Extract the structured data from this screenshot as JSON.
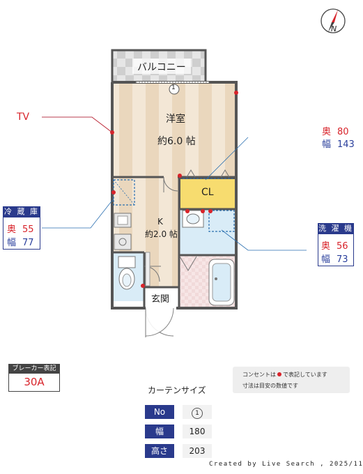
{
  "rooms": {
    "balcony": "バルコニー",
    "western_room": "洋室",
    "western_size": "約6.0 帖",
    "closet": "CL",
    "kitchen": "K",
    "kitchen_size": "約2.0 帖",
    "entrance": "玄関",
    "window_marker": "1"
  },
  "callouts": {
    "tv": "TV",
    "closet_depth_label": "奥",
    "closet_depth": "80",
    "closet_width_label": "幅",
    "closet_width": "143",
    "fridge_title": "冷 蔵 庫",
    "fridge_depth_label": "奥",
    "fridge_depth": "55",
    "fridge_width_label": "幅",
    "fridge_width": "77",
    "washer_title": "洗 濯 機",
    "washer_depth_label": "奥",
    "washer_depth": "56",
    "washer_width_label": "幅",
    "washer_width": "73"
  },
  "breaker": {
    "title": "ブレーカー表記",
    "value": "30A"
  },
  "notes": {
    "line1_pre": "コンセントは",
    "line1_post": "で表記しています",
    "line2": "寸法は目安の数値です"
  },
  "curtain": {
    "title": "カーテンサイズ",
    "rows": [
      {
        "label": "No",
        "value": "1"
      },
      {
        "label": "幅",
        "value": "180"
      },
      {
        "label": "高さ",
        "value": "203"
      }
    ]
  },
  "footer": "Created by Live Search , 2025/11",
  "compass": {
    "north_label": "N"
  },
  "colors": {
    "outlet": "#d8232a",
    "wood": "#f1e3cf",
    "tile_blue": "#d9ecf7",
    "closet_yellow": "#f7dc6f",
    "navy": "#2a3a8c"
  }
}
